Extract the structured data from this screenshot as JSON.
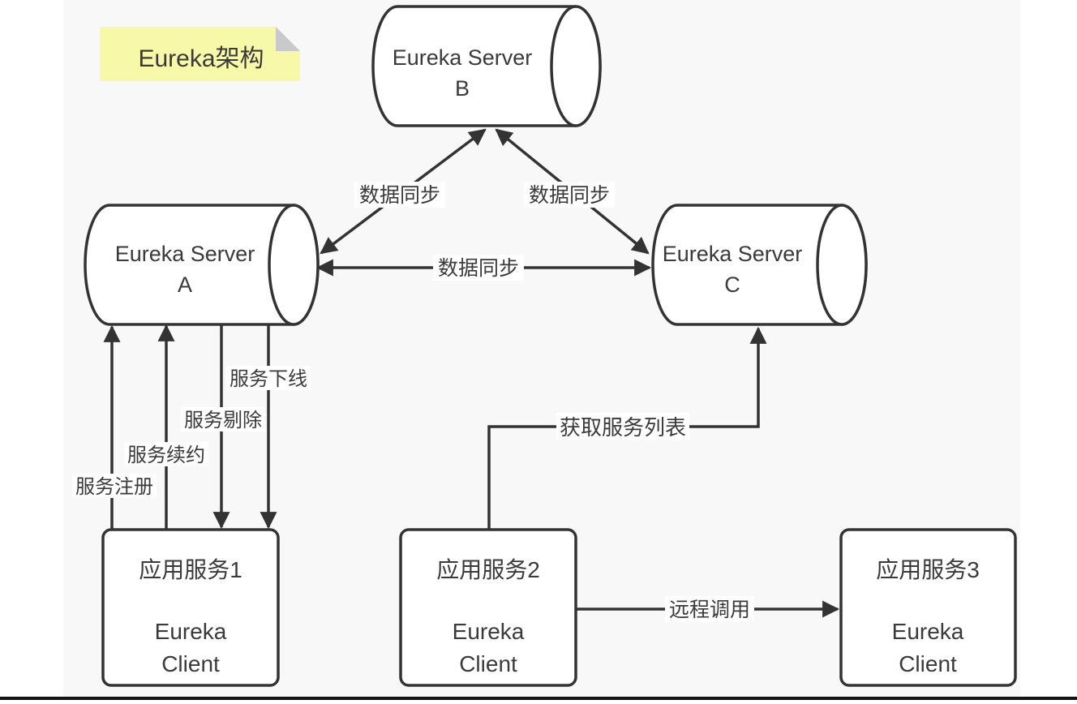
{
  "note": {
    "label": "Eureka架构"
  },
  "servers": {
    "b": {
      "name": "Eureka Server",
      "id": "B"
    },
    "a": {
      "name": "Eureka Server",
      "id": "A"
    },
    "c": {
      "name": "Eureka Server",
      "id": "C"
    }
  },
  "apps": {
    "app1": {
      "title": "应用服务1",
      "subtitle1": "Eureka",
      "subtitle2": "Client"
    },
    "app2": {
      "title": "应用服务2",
      "subtitle1": "Eureka",
      "subtitle2": "Client"
    },
    "app3": {
      "title": "应用服务3",
      "subtitle1": "Eureka",
      "subtitle2": "Client"
    }
  },
  "edges": {
    "sync_ab": {
      "label": "数据同步"
    },
    "sync_bc": {
      "label": "数据同步"
    },
    "sync_ac": {
      "label": "数据同步"
    },
    "register": {
      "label": "服务注册"
    },
    "renew": {
      "label": "服务续约"
    },
    "evict": {
      "label": "服务剔除"
    },
    "offline": {
      "label": "服务下线"
    },
    "fetch_list": {
      "label": "获取服务列表"
    },
    "remote_call": {
      "label": "远程调用"
    }
  },
  "colors": {
    "canvas_bg": "#f8f8f9",
    "page_bg": "#ffffff",
    "stroke": "#333333",
    "note_bg": "#f8f8a9",
    "note_fold": "#c9c9cd",
    "bottom_line": "#141414"
  }
}
